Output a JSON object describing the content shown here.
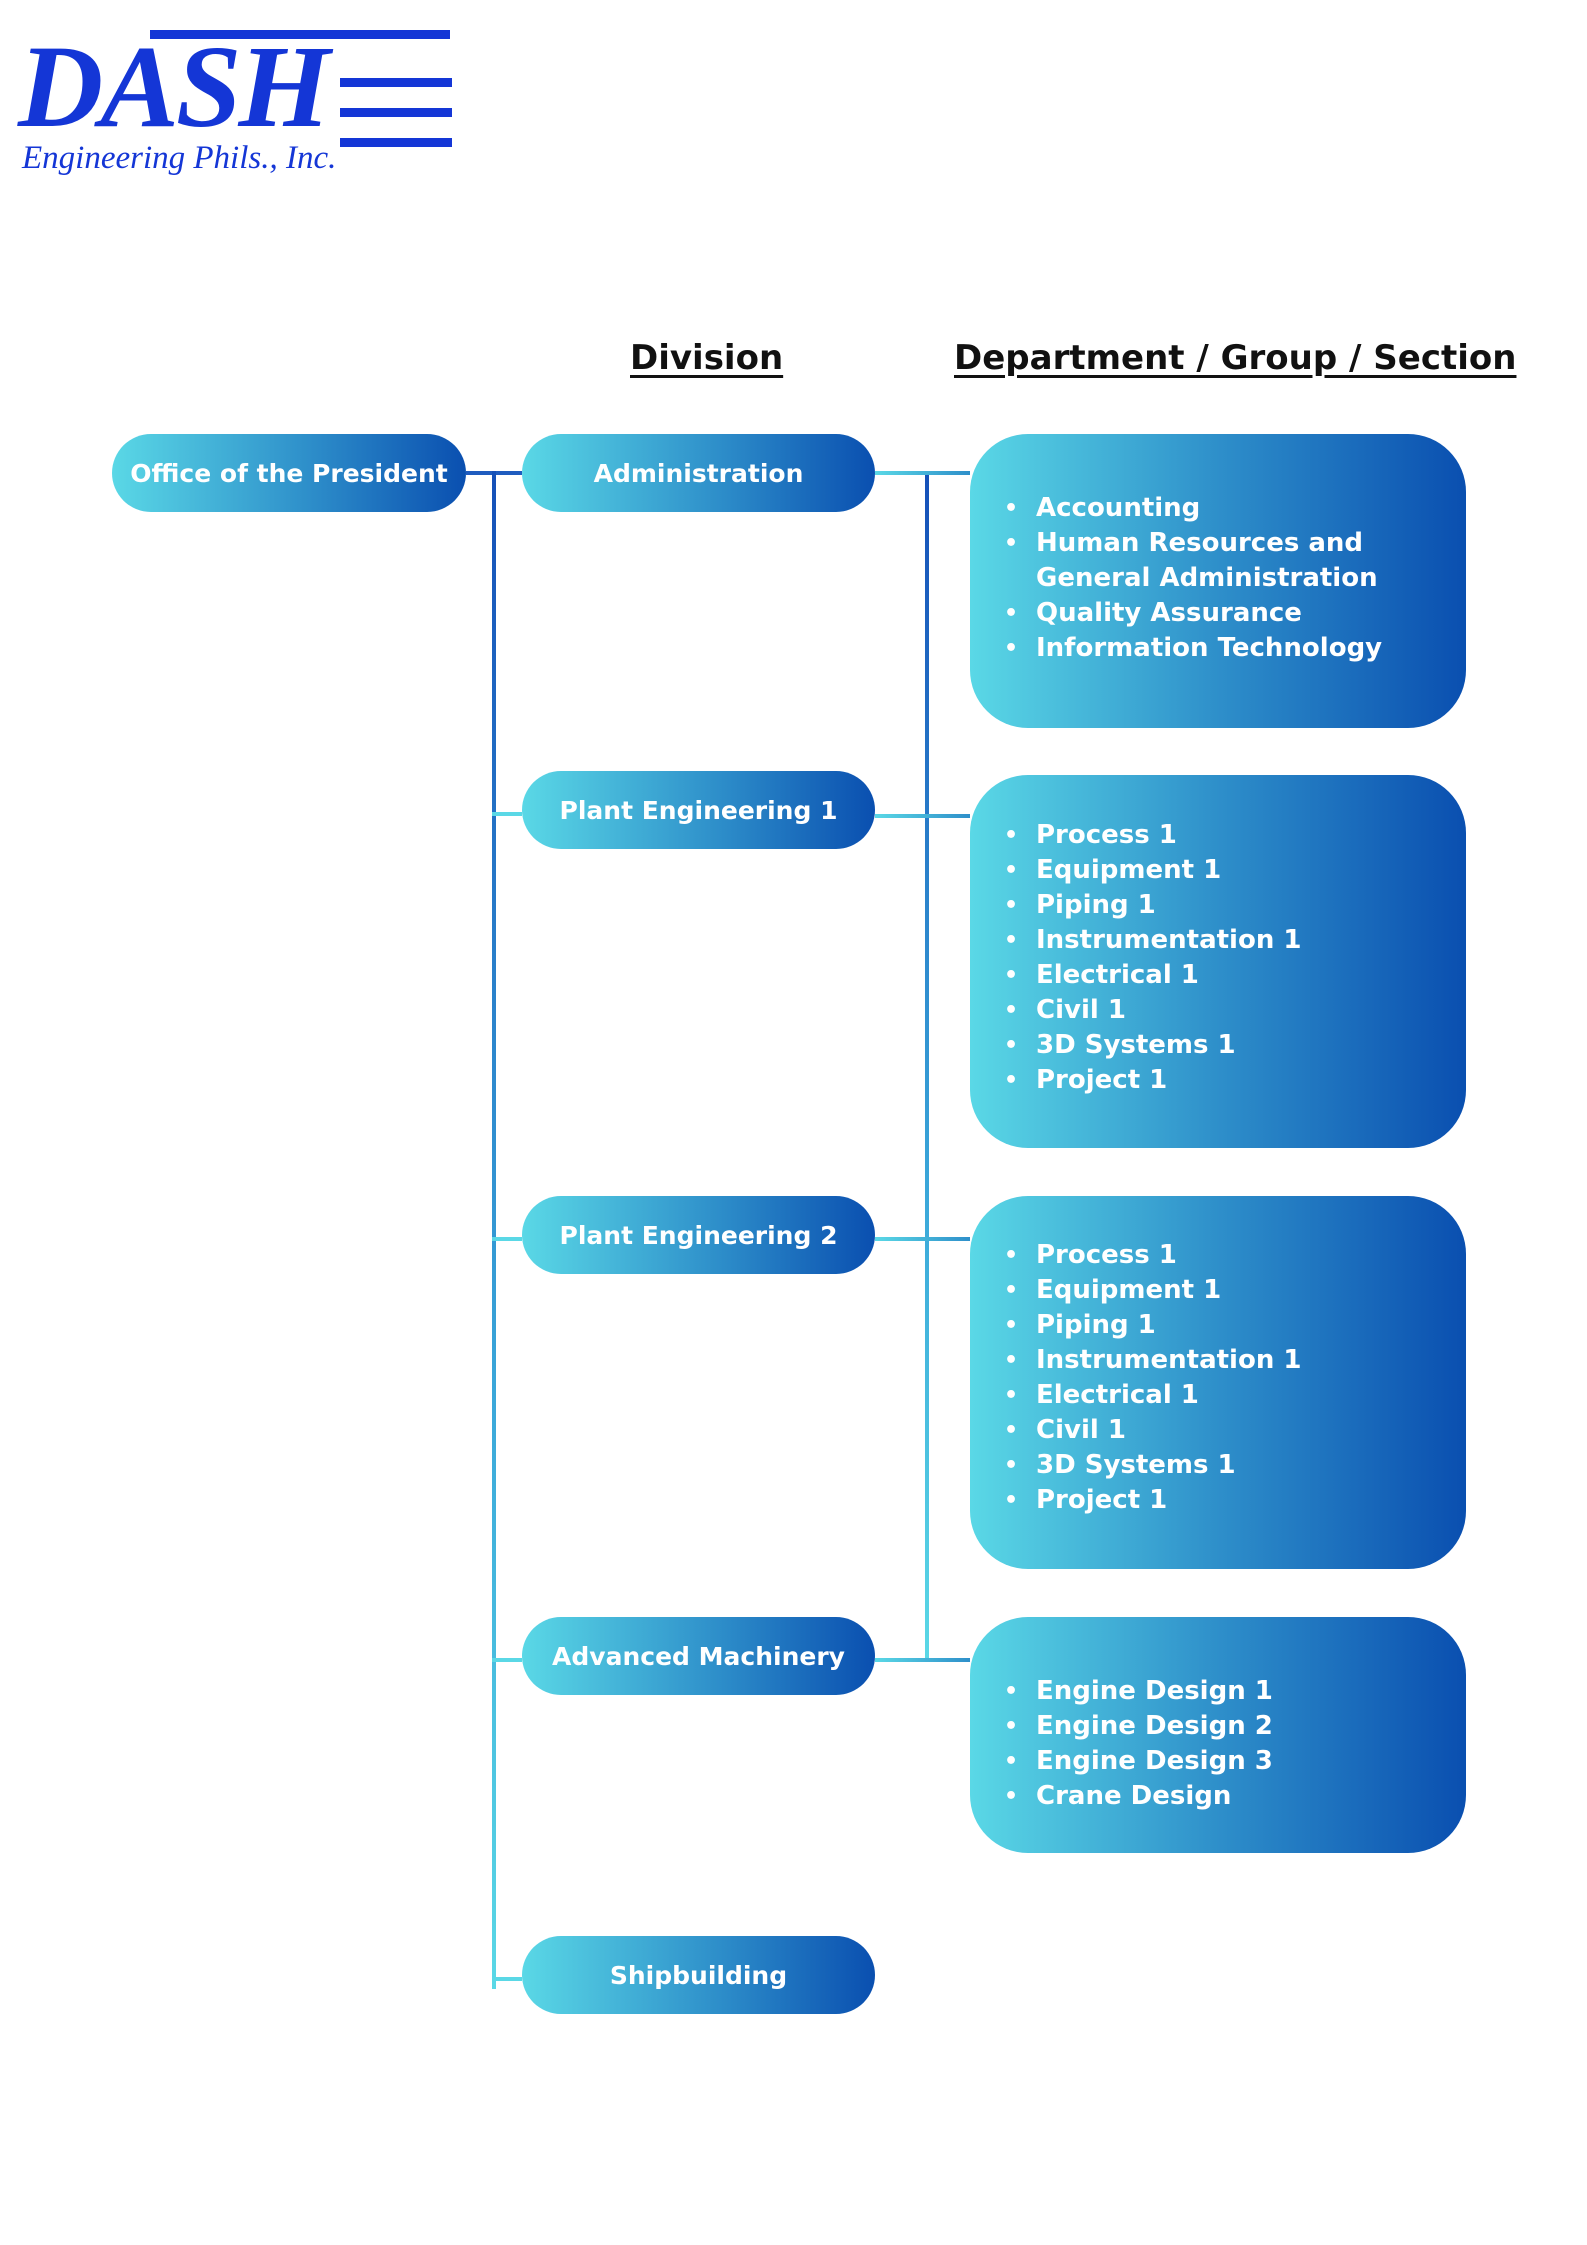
{
  "logo": {
    "wordmark": "DASH",
    "tagline": "Engineering Phils., Inc."
  },
  "headers": {
    "division": "Division",
    "department": "Department / Group / Section"
  },
  "president": {
    "label": "Office of the President"
  },
  "divisions": [
    {
      "label": "Administration"
    },
    {
      "label": "Plant Engineering 1"
    },
    {
      "label": "Plant Engineering 2"
    },
    {
      "label": "Advanced Machinery"
    },
    {
      "label": "Shipbuilding"
    }
  ],
  "departments": [
    {
      "items": [
        "Accounting",
        "Human Resources and General Administration",
        "Quality Assurance",
        "Information Technology"
      ]
    },
    {
      "items": [
        "Process 1",
        "Equipment 1",
        "Piping 1",
        "Instrumentation 1",
        "Electrical 1",
        "Civil 1",
        "3D Systems 1",
        "Project 1"
      ]
    },
    {
      "items": [
        "Process 1",
        "Equipment 1",
        "Piping 1",
        "Instrumentation 1",
        "Electrical 1",
        "Civil 1",
        "3D Systems 1",
        "Project 1"
      ]
    },
    {
      "items": [
        "Engine Design 1",
        "Engine Design 2",
        "Engine Design 3",
        "Crane Design"
      ]
    }
  ],
  "colors": {
    "brand": "#1436d6",
    "gradient_start": "#5ad8e6",
    "gradient_end": "#0a4fb0",
    "connector": "#2a8fd0"
  }
}
